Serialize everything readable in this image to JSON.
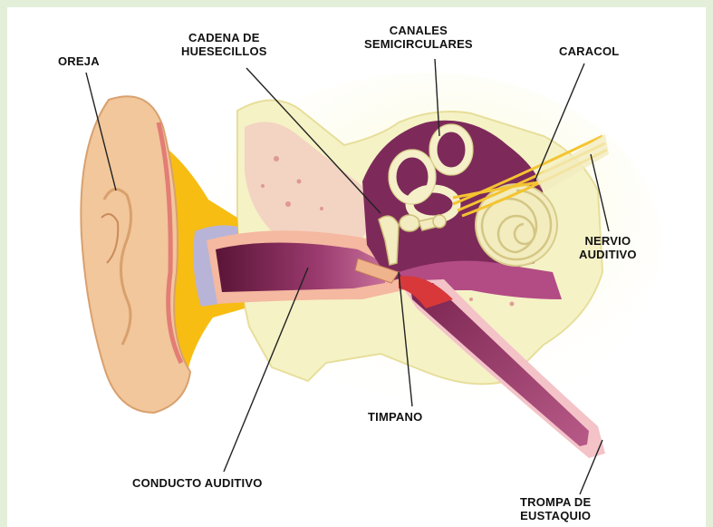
{
  "labels": {
    "oreja": "OREJA",
    "cadena": "CADENA DE\nHUESECILLOS",
    "canales": "CANALES\nSEMICIRCULARES",
    "caracol": "CARACOL",
    "nervio": "NERVIO\nAUDITIVO",
    "timpano": "TIMPANO",
    "conducto": "CONDUCTO AUDITIVO",
    "trompa": "TROMPA DE\nEUSTAQUIO"
  },
  "colors": {
    "frame": "#e4efd9",
    "skin": "#f1c79b",
    "skin_dark": "#d9a06e",
    "canal_outer": "#f5b8a0",
    "canal_inner": "#8e2a5e",
    "bone": "#f5f0c8",
    "yellow": "#f7bd12",
    "cartilage": "#b8b4d8",
    "inner_ear": "#7d2a5a"
  }
}
